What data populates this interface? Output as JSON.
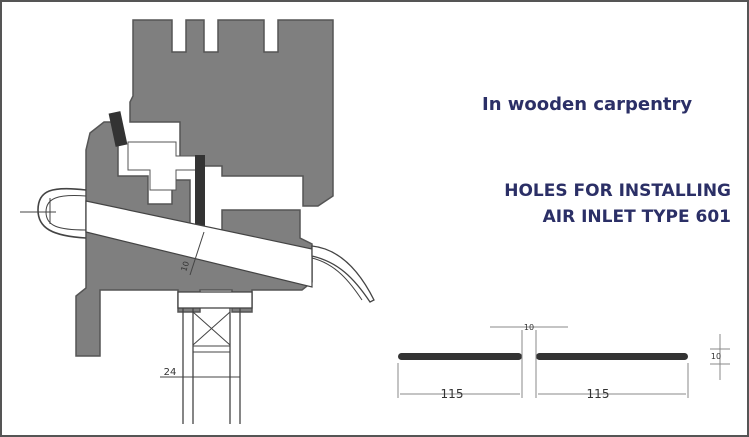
{
  "texts": {
    "subtitle": "In wooden carpentry",
    "title_line1": "HOLES FOR INSTALLING",
    "title_line2": "AIR INLET TYPE 601"
  },
  "dimensions": {
    "gap": "10",
    "slot_height": "10",
    "slot_left_length": "115",
    "slot_right_length": "115",
    "inlet_width": "24",
    "section_depth": "10"
  },
  "colors": {
    "heading": "#2b2f66",
    "profile": "#7f7f7f",
    "profile_dark": "#555555",
    "seal": "#333333",
    "line": "#444444"
  }
}
